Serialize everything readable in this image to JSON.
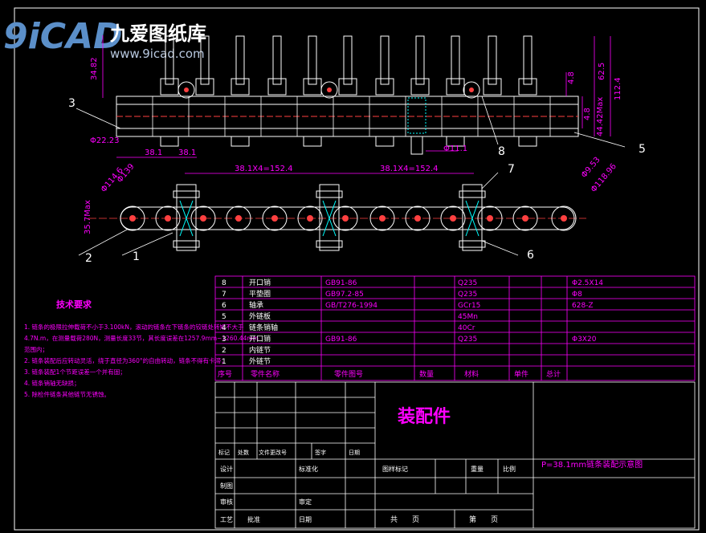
{
  "logo": {
    "mark": "9iCAD",
    "brand": "九爱图纸库",
    "url": "www.9icad.com"
  },
  "dimensions": {
    "h1": "34.82",
    "h2": "62.5",
    "h3": "112.4",
    "h4": "4.8",
    "h5": "4.8",
    "h6": "44.42Max",
    "d1": "Φ22.23",
    "pitch1": "38.1",
    "pitch2": "38.1",
    "d2": "Φ11.1",
    "span1": "38.1X4=152.4",
    "span2": "38.1X4=152.4",
    "d3": "Φ114.6",
    "d4": "Φ139",
    "d5": "Φ118.96",
    "d6": "Φ9.53",
    "h7": "35.7Max"
  },
  "balloons": [
    "3",
    "5",
    "8",
    "7",
    "2",
    "1",
    "6"
  ],
  "tech_req": {
    "title": "技术要求",
    "lines": [
      "1. 链条的极限拉伸载荷不小于3.100kN，滚动的链条在下链条的铰链处转矩不大于",
      "4.7N.m，在测量载荷280N，测量长度33节，其长度误差在1257.9mm~1260.44mm",
      "范围内；",
      "2. 链条装配后应转动灵活，绕于直径为360°的自由转动，链条不得有卡滞；",
      "3. 链条装配1个节距误差一个并有固；",
      "4. 链条销轴无缺损；",
      "5. 除检件链条其他链节无锈蚀。"
    ]
  },
  "bom": {
    "rows": [
      {
        "no": "8",
        "name": "开口销",
        "code": "GB91-86",
        "qty": "",
        "material": "Q235",
        "mass": "",
        "total": "",
        "note": "Φ2.5X14"
      },
      {
        "no": "7",
        "name": "平垫圈",
        "code": "GB97.2-85",
        "qty": "",
        "material": "Q235",
        "mass": "",
        "total": "",
        "note": "Φ8"
      },
      {
        "no": "6",
        "name": "轴承",
        "code": "GB/T276-1994",
        "qty": "",
        "material": "GCr15",
        "mass": "",
        "total": "",
        "note": "628-Z"
      },
      {
        "no": "5",
        "name": "外链板",
        "code": "",
        "qty": "",
        "material": "45Mn",
        "mass": "",
        "total": "",
        "note": ""
      },
      {
        "no": "4",
        "name": "链条销轴",
        "code": "",
        "qty": "",
        "material": "40Cr",
        "mass": "",
        "total": "",
        "note": ""
      },
      {
        "no": "3",
        "name": "开口销",
        "code": "GB91-86",
        "qty": "",
        "material": "Q235",
        "mass": "",
        "total": "",
        "note": "Φ3X20"
      },
      {
        "no": "2",
        "name": "内链节",
        "code": "",
        "qty": "",
        "material": "",
        "mass": "",
        "total": "",
        "note": ""
      },
      {
        "no": "1",
        "name": "外链节",
        "code": "",
        "qty": "",
        "material": "",
        "mass": "",
        "total": "",
        "note": ""
      }
    ],
    "header": {
      "no": "序号",
      "name": "零件名称",
      "code": "零件图号",
      "qty": "数量",
      "material": "材料",
      "mass": "单件",
      "total": "总计",
      "note": ""
    }
  },
  "title_block": {
    "drawing_name": "装配件",
    "title": "P=38.1mm链条装配示意图",
    "rev_labels": [
      "标记",
      "处数",
      "文件更改号",
      "签字",
      "日期"
    ],
    "design": "设计",
    "standard": "标准化",
    "stage_mark": "图样标记",
    "weight": "重量",
    "scale": "比例",
    "drafting": "制图",
    "review": "审核",
    "craft": "工艺",
    "approve": "批准",
    "date": "日期",
    "sheets_total": "共　　页",
    "sheet_no": "第　　页",
    "check": "审定"
  }
}
